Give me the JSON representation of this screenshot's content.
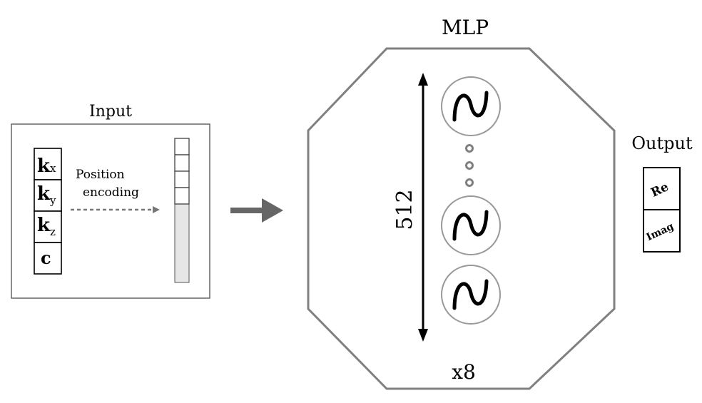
{
  "input": {
    "title": "Input",
    "features": {
      "kx": {
        "base": "k",
        "sub": "x"
      },
      "ky": {
        "base": "k",
        "sub": "y"
      },
      "kz": {
        "base": "k",
        "sub": "z"
      },
      "c": {
        "base": "c"
      }
    },
    "arrow_label_line1": "Position",
    "arrow_label_line2": "encoding"
  },
  "mlp": {
    "title": "MLP",
    "width_label": "512",
    "repeat_label": "x8"
  },
  "output": {
    "title": "Output",
    "cells": [
      "Re",
      "Imag"
    ]
  },
  "colors": {
    "stroke": "#333333",
    "octagon": "#808080",
    "arrow": "#666666",
    "dots": "#808080",
    "bar_fill": "#e6e6e6"
  }
}
